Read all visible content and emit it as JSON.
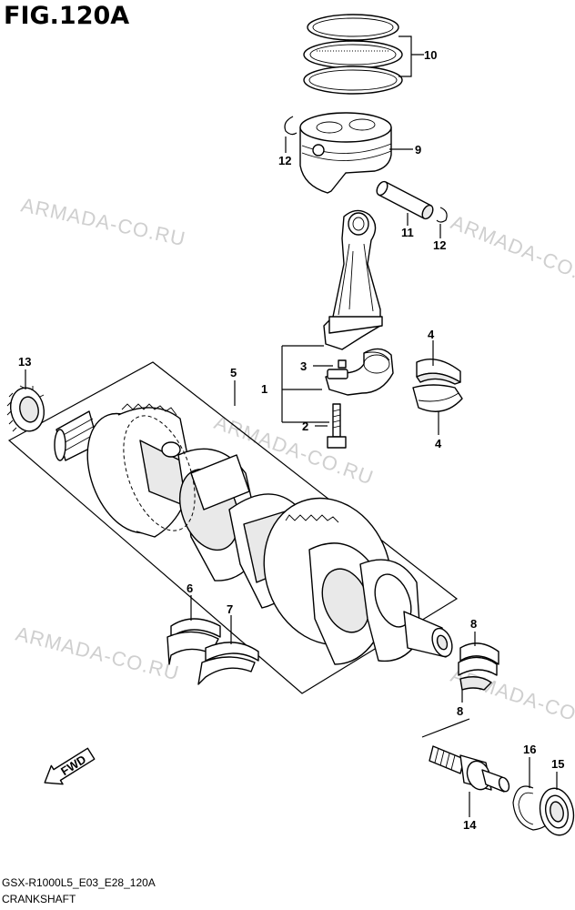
{
  "figure": {
    "title": "FIG.120A",
    "code": "GSX-R1000L5_E03_E28_120A",
    "caption": "CRANKSHAFT"
  },
  "watermarks": [
    "ARMADA-CO.RU",
    "ARMADA-CO.RU",
    "ARMADA-CO.RU",
    "ARMADA-CO.RU",
    "ARMADA-CO.RU"
  ],
  "callouts": {
    "c1": "1",
    "c2": "2",
    "c3": "3",
    "c4a": "4",
    "c4b": "4",
    "c5": "5",
    "c6": "6",
    "c7": "7",
    "c8a": "8",
    "c8b": "8",
    "c9": "9",
    "c10": "10",
    "c11": "11",
    "c12a": "12",
    "c12b": "12",
    "c13": "13",
    "c14": "14",
    "c15": "15",
    "c16": "16"
  },
  "fwd_label": "FWD",
  "colors": {
    "ink": "#000000",
    "watermark": "#cfcfcf",
    "background": "#ffffff"
  }
}
